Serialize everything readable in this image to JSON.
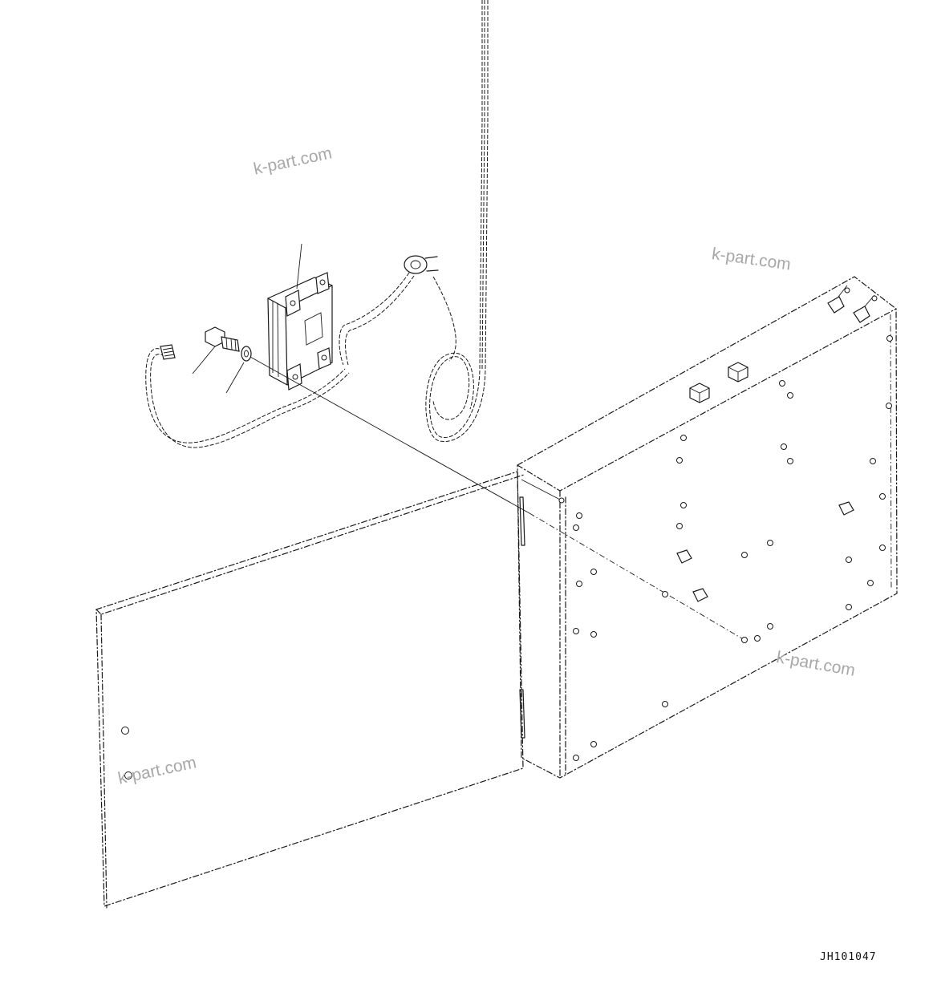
{
  "drawing": {
    "code": "JH101047",
    "watermarks": [
      "k-part.com",
      "k-part.com",
      "k-part.com",
      "k-part.com"
    ]
  }
}
